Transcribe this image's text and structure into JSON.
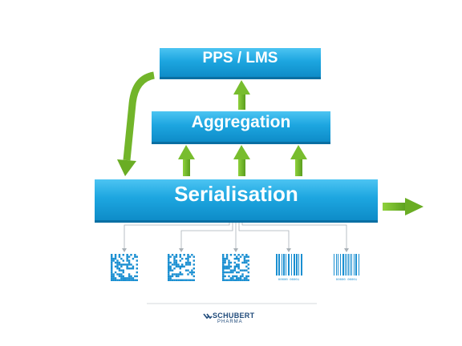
{
  "layers": {
    "top": "PPS / LMS",
    "middle": "Aggregation",
    "bottom": "Serialisation"
  },
  "codes": [
    {
      "kind": "datamatrix"
    },
    {
      "kind": "datamatrix"
    },
    {
      "kind": "datamatrix"
    },
    {
      "kind": "barcode",
      "digits": "00000  00001"
    },
    {
      "kind": "barcode",
      "digits": "00000  00001"
    }
  ],
  "footer": {
    "brand": "SCHUBERT",
    "sub": "PHARMA"
  },
  "colors": {
    "bar": "#1da6e0",
    "arrow": "#6fb52c",
    "code": "#1a8fd1"
  }
}
